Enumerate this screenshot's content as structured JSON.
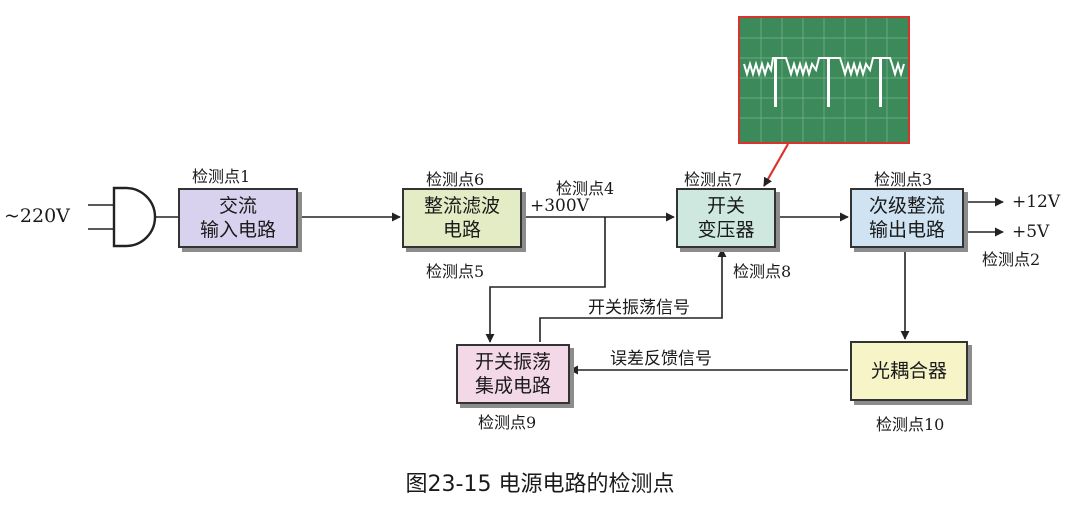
{
  "input": {
    "label": "~220V"
  },
  "blocks": {
    "ac_input": "交流\n输入电路",
    "rectifier": "整流滤波\n电路",
    "transformer": "开关\n变压器",
    "secondary": "次级整流\n输出电路",
    "oscillator": "开关振荡\n集成电路",
    "optocoupler": "光耦合器"
  },
  "test_points": {
    "tp1": "检测点1",
    "tp2": "检测点2",
    "tp3": "检测点3",
    "tp4": "检测点4",
    "tp5": "检测点5",
    "tp6": "检测点6",
    "tp7": "检测点7",
    "tp8": "检测点8",
    "tp9": "检测点9",
    "tp10": "检测点10"
  },
  "signals": {
    "v300": "+300V",
    "v12": "+12V",
    "v5": "+5V",
    "osc_signal": "开关振荡信号",
    "feedback_signal": "误差反馈信号"
  },
  "colors": {
    "ac_input": "#d9d2ee",
    "rectifier": "#e3ecc4",
    "transformer": "#cfe8df",
    "secondary": "#cfe3f2",
    "oscillator": "#f3d8e8",
    "optocoupler": "#f7f4c8",
    "scope_bg": "#3c8a5a",
    "scope_border": "#d9342b",
    "waveform": "#ffffff"
  },
  "caption": "图23-15 电源电路的检测点"
}
